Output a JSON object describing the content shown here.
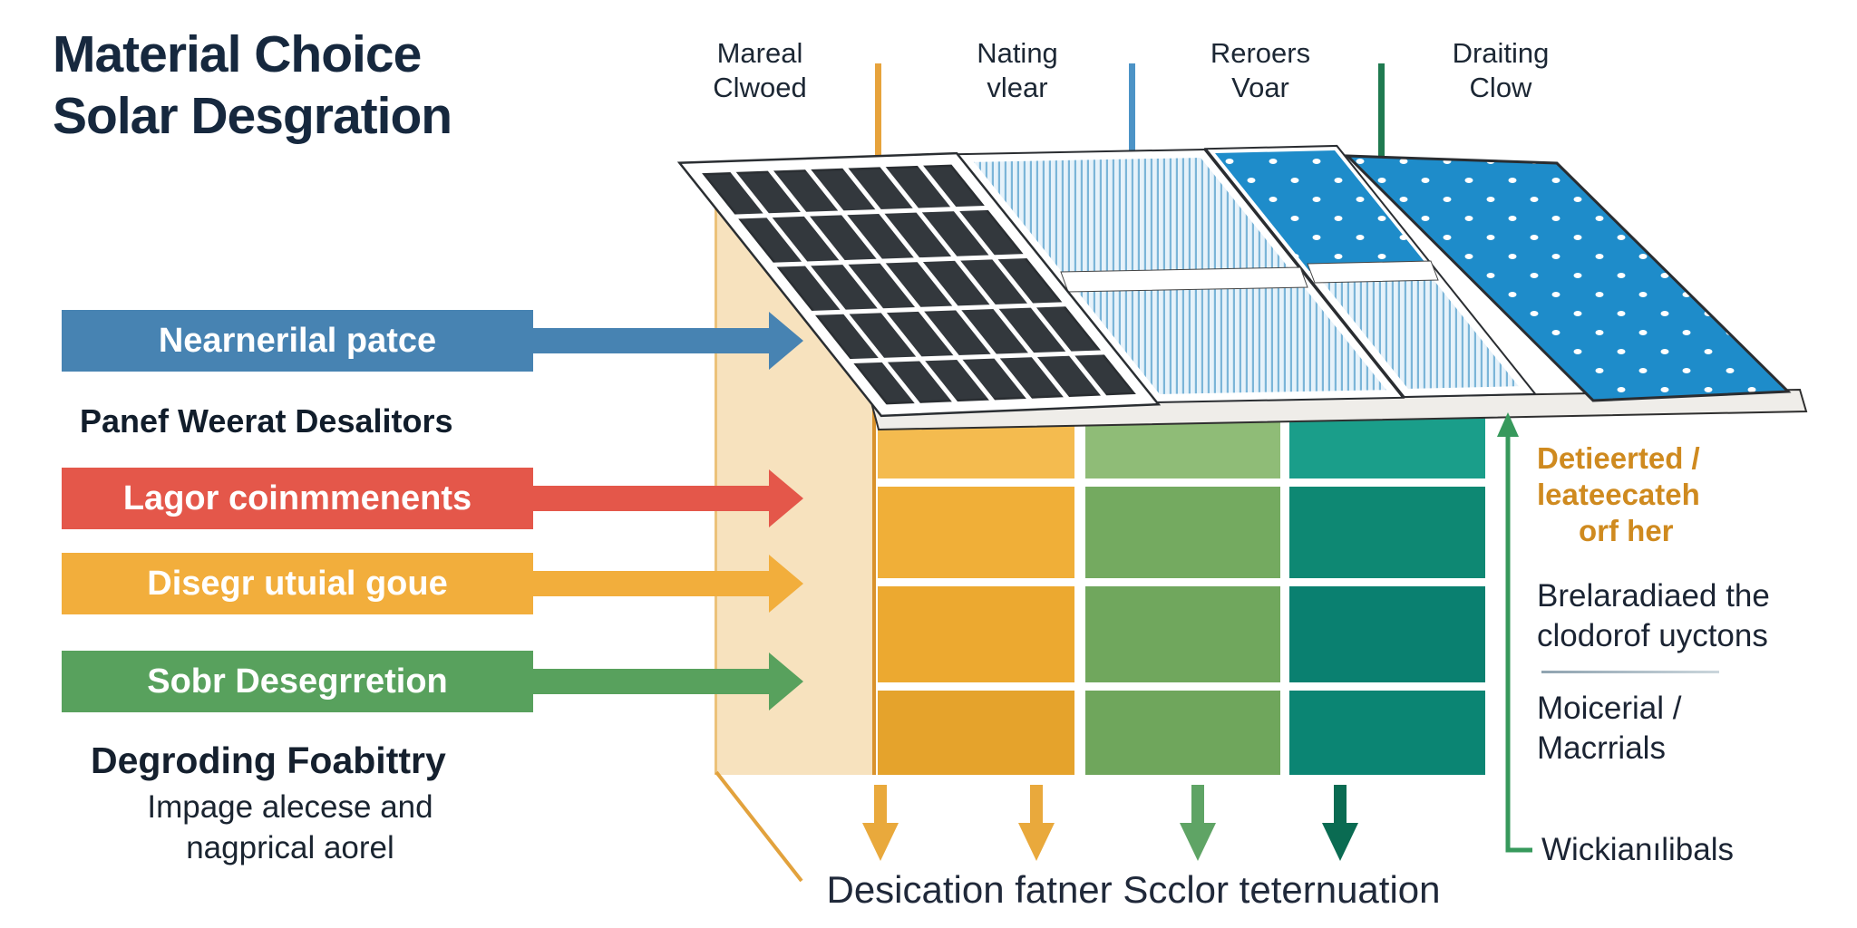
{
  "title": {
    "line1": "Material Choice",
    "line2": "Solar Desgration"
  },
  "top_labels": [
    {
      "line1": "Mareal",
      "line2": "Clwoed"
    },
    {
      "line1": "Nating",
      "line2": "vlear"
    },
    {
      "line1": "Reroers",
      "line2": "Voar"
    },
    {
      "line1": "Draiting",
      "line2": "Clow"
    }
  ],
  "top_ticks": [
    {
      "name": "orange-tick",
      "color": "#E7A33C"
    },
    {
      "name": "blue-tick",
      "color": "#4C93C6"
    },
    {
      "name": "green-tick",
      "color": "#1F7A50"
    }
  ],
  "left_flow": {
    "bars": [
      {
        "label": "Nearnerilal patce",
        "color": "#4783B2"
      },
      {
        "label": "Lagor coinmmenents",
        "color": "#E4574A"
      },
      {
        "label": "Disegr utuial goue",
        "color": "#F2AE3C"
      },
      {
        "label": "Sobr Desegrretion",
        "color": "#58A15D"
      }
    ],
    "note_after_first_bar": "Panef Weerat Desalitors",
    "footer_heading": "Degroding Foabittry",
    "footer_line1": "Impage alecese and",
    "footer_line2": "nagprical aorel"
  },
  "right_panel": {
    "highlight": {
      "line1": "Detieerted /",
      "line2": "leateecateh",
      "line3": "orf her",
      "color": "#CF8A1F"
    },
    "para1_line1": "Brelaradiaed the",
    "para1_line2": "clodorof uyctons",
    "para2_line1": "Moicerial /",
    "para2_line2": "Macrrials",
    "footnote": "Wickianılibals",
    "arrow_color": "#37995C"
  },
  "bottom": {
    "caption": "Desication fatner Scclor teternuation",
    "arrow_colors": [
      "#E9A93C",
      "#E9A93C",
      "#5FA465",
      "#0A6B52"
    ],
    "diagonal_line_color": "#E2A23D"
  },
  "grid": {
    "wall_color": "#F7E2BE",
    "wall_edge_color": "#D9922C",
    "columns": [
      {
        "name": "orange-column",
        "cell_colors": [
          "#F4BB4F",
          "#F0AF38",
          "#ECA930",
          "#E5A32C"
        ]
      },
      {
        "name": "green-column",
        "cell_colors": [
          "#8FBC77",
          "#74AA60",
          "#70A75D",
          "#6FA65C"
        ]
      },
      {
        "name": "teal-column",
        "cell_colors": [
          "#1A9E8A",
          "#0E8873",
          "#0A8070",
          "#0B8573"
        ]
      }
    ]
  },
  "roof": {
    "dark_panel_color": "#33383D",
    "stripe_bg": "#E6F2FA",
    "stripe_line": "#7BB5D8",
    "dot_bg": "#1E8CCA",
    "dot_color": "#FFFFFF",
    "eave_color": "#EFEDE9"
  }
}
